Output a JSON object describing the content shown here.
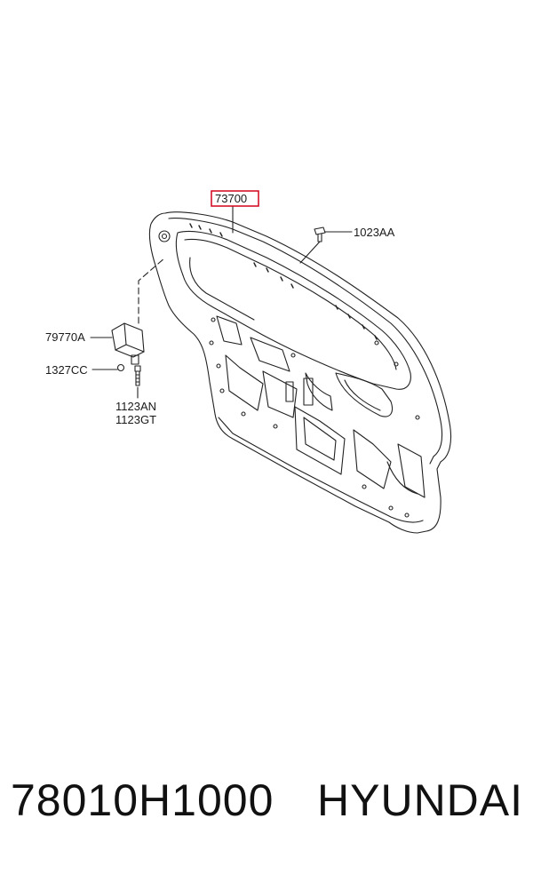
{
  "callouts": {
    "main_part": "73700",
    "clip": "1023AA",
    "bracket": "79770A",
    "nut": "1327CC",
    "bolt_a": "1123AN",
    "bolt_b": "1123GT"
  },
  "footer": {
    "part_number": "78010H1000",
    "brand": "HYUNDAI"
  },
  "colors": {
    "highlight_box": "#d0021b",
    "linework": "#222222"
  }
}
